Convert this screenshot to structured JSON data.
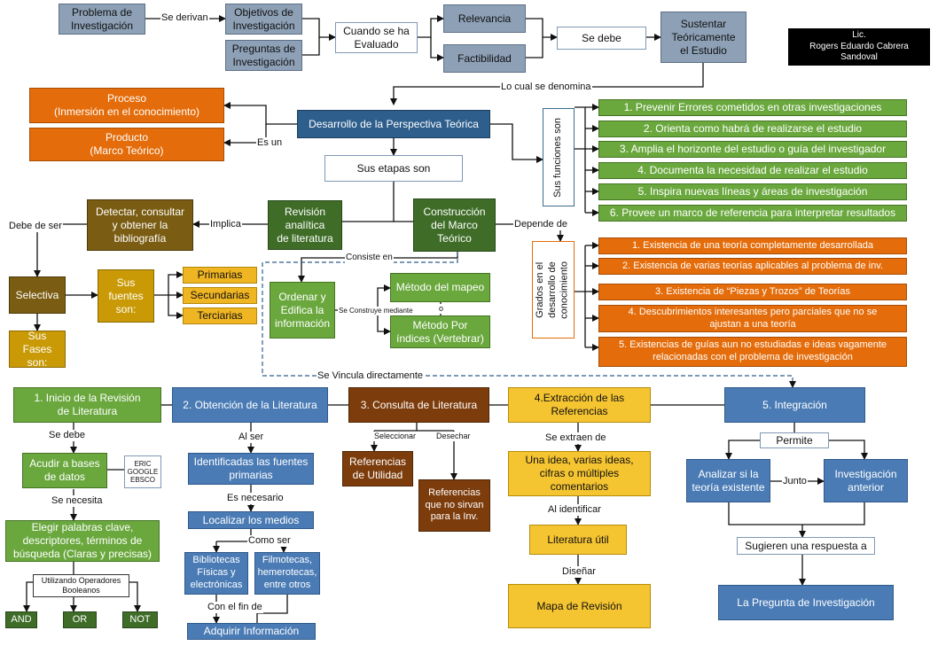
{
  "author": {
    "line1": "Lic.",
    "line2": "Rogers Eduardo Cabrera Sandoval"
  },
  "top": {
    "problema": "Problema de\nInvestigación",
    "se_derivan": "Se derivan",
    "objetivos": "Objetivos de\nInvestigación",
    "preguntas": "Preguntas de\nInvestigación",
    "cuando": "Cuando se ha\nEvaluado",
    "relevancia": "Relevancia",
    "factibilidad": "Factibilidad",
    "se_debe": "Se debe",
    "sustentar": "Sustentar\nTeóricamente\nel Estudio",
    "lo_cual": "Lo cual se denomina"
  },
  "center": {
    "desarrollo": "Desarrollo de la Perspectiva Teórica",
    "proceso": "Proceso\n(Inmersión en el conocimiento)",
    "producto": "Producto\n(Marco Teórico)",
    "es_un": "Es un",
    "etapas": "Sus etapas son",
    "revision": "Revisión analítica\nde literatura",
    "construccion": "Construcción\ndel Marco\nTeórico",
    "implica": "Implica",
    "detectar": "Detectar, consultar\ny obtener la\nbibliografía",
    "depende": "Depende de",
    "consiste": "Consiste en",
    "ordenar": "Ordenar y\nEdifica la\ninformación",
    "construye": "Se Construye mediante",
    "o": "o",
    "mapeo": "Método del mapeo",
    "indices": "Método Por\níndices (Vertebrar)",
    "vincula": "Se Vincula directamente"
  },
  "funciones": {
    "title": "Sus funciones son",
    "items": [
      "1. Prevenir Errores cometidos en otras investigaciones",
      "2. Orienta como habrá de realizarse el estudio",
      "3. Amplia el horizonte del estudio o guía del investigador",
      "4. Documenta la necesidad de realizar el estudio",
      "5. Inspira nuevas líneas y áreas de investigación",
      "6. Provee un marco de referencia para interpretar resultados"
    ]
  },
  "grados": {
    "title": "Grados en el\ndesarrollo de\nconocimiento",
    "items": [
      "1. Existencia de una teoría completamente desarrollada",
      "2. Existencia de varias teorías aplicables al problema de inv.",
      "3. Existencia de “Piezas y Trozos” de Teorías",
      "4. Descubrimientos interesantes pero parciales que no se\najustan a una teoría",
      "5. Existencias de guías aun no estudiadas e ideas vagamente\nrelacionadas con el problema de investigación"
    ]
  },
  "left": {
    "debe_ser": "Debe de ser",
    "selectiva": "Selectiva",
    "fuentes": "Sus\nfuentes\nson:",
    "primarias": "Primarias",
    "secundarias": "Secundarias",
    "terciarias": "Terciarias",
    "fases": "Sus Fases\nson:"
  },
  "phases": {
    "p1": "1. Inicio de la Revisión\nde Literatura",
    "p2": "2. Obtención de la Literatura",
    "p3": "3. Consulta de Literatura",
    "p4": "4.Extracción de las\nReferencias",
    "p5": "5. Integración"
  },
  "col1": {
    "se_debe": "Se debe",
    "acudir": "Acudir a bases\nde datos",
    "eric": "ERIC\nGOOGLE\nEBSCO",
    "se_necesita": "Se necesita",
    "elegir": "Elegir palabras clave,\ndescriptores, términos de\nbúsqueda (Claras y precisas)",
    "utilizando": "Utilizando Operadores\nBooleanos",
    "and": "AND",
    "or": "OR",
    "not": "NOT"
  },
  "col2": {
    "al_ser": "Al ser",
    "identificadas": "Identificadas las fuentes\nprimarias",
    "es_necesario": "Es necesario",
    "localizar": "Localizar los medios",
    "como_ser": "Como ser",
    "bibliotecas": "Bibliotecas\nFísicas y\nelectrónicas",
    "filmotecas": "Filmotecas,\nhemerotecas,\nentre otros",
    "con_el_fin": "Con el fin de",
    "adquirir": "Adquirir Información"
  },
  "col3": {
    "seleccionar": "Seleccionar",
    "desechar": "Desechar",
    "utilidad": "Referencias\nde Utilidad",
    "no_sirvan": "Referencias\nque no sirvan\npara la Inv."
  },
  "col4": {
    "se_extraen": "Se extraen de",
    "idea": "Una idea, varias ideas,\ncifras o múltiples\ncomentarios",
    "al_identificar": "Al identificar",
    "util": "Literatura útil",
    "disenar": "Diseñar",
    "mapa": "Mapa de Revisión"
  },
  "col5": {
    "permite": "Permite",
    "analizar": "Analizar si la\nteoría existente",
    "junto": "Junto",
    "anterior": "Investigación\nanterior",
    "sugieren": "Sugieren una respuesta a",
    "pregunta": "La Pregunta de Investigación"
  }
}
